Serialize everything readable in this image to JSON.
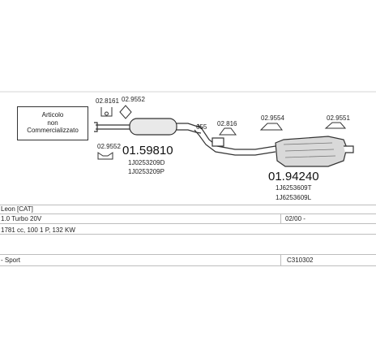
{
  "notice_box": {
    "line1": "Articolo",
    "line2": "non",
    "line3": "Commercializzato"
  },
  "parts": {
    "hanger_a": "02.8161",
    "clamp_a": "02.9552",
    "clamp_b": "02.9552",
    "middle_muffler_code": "01.59810",
    "middle_oem_1": "1J0253209D",
    "middle_oem_2": "1J0253209P",
    "clamp_55": "655",
    "hanger_b": "02.816",
    "hanger_c": "02.9554",
    "hanger_d": "02.9551",
    "rear_muffler_code": "01.94240",
    "rear_oem_1": "1J6253609T",
    "rear_oem_2": "1J6253609L"
  },
  "vehicle": {
    "model": "Leon [CAT]",
    "engine": "1.0 Turbo 20V",
    "date": "02/00 -",
    "spec": "1781 cc, 100 1 P, 132 KW",
    "trim": "- Sport",
    "catalog_ref": "C310302"
  },
  "colors": {
    "line": "#333333",
    "rule": "#bdbdbd"
  }
}
